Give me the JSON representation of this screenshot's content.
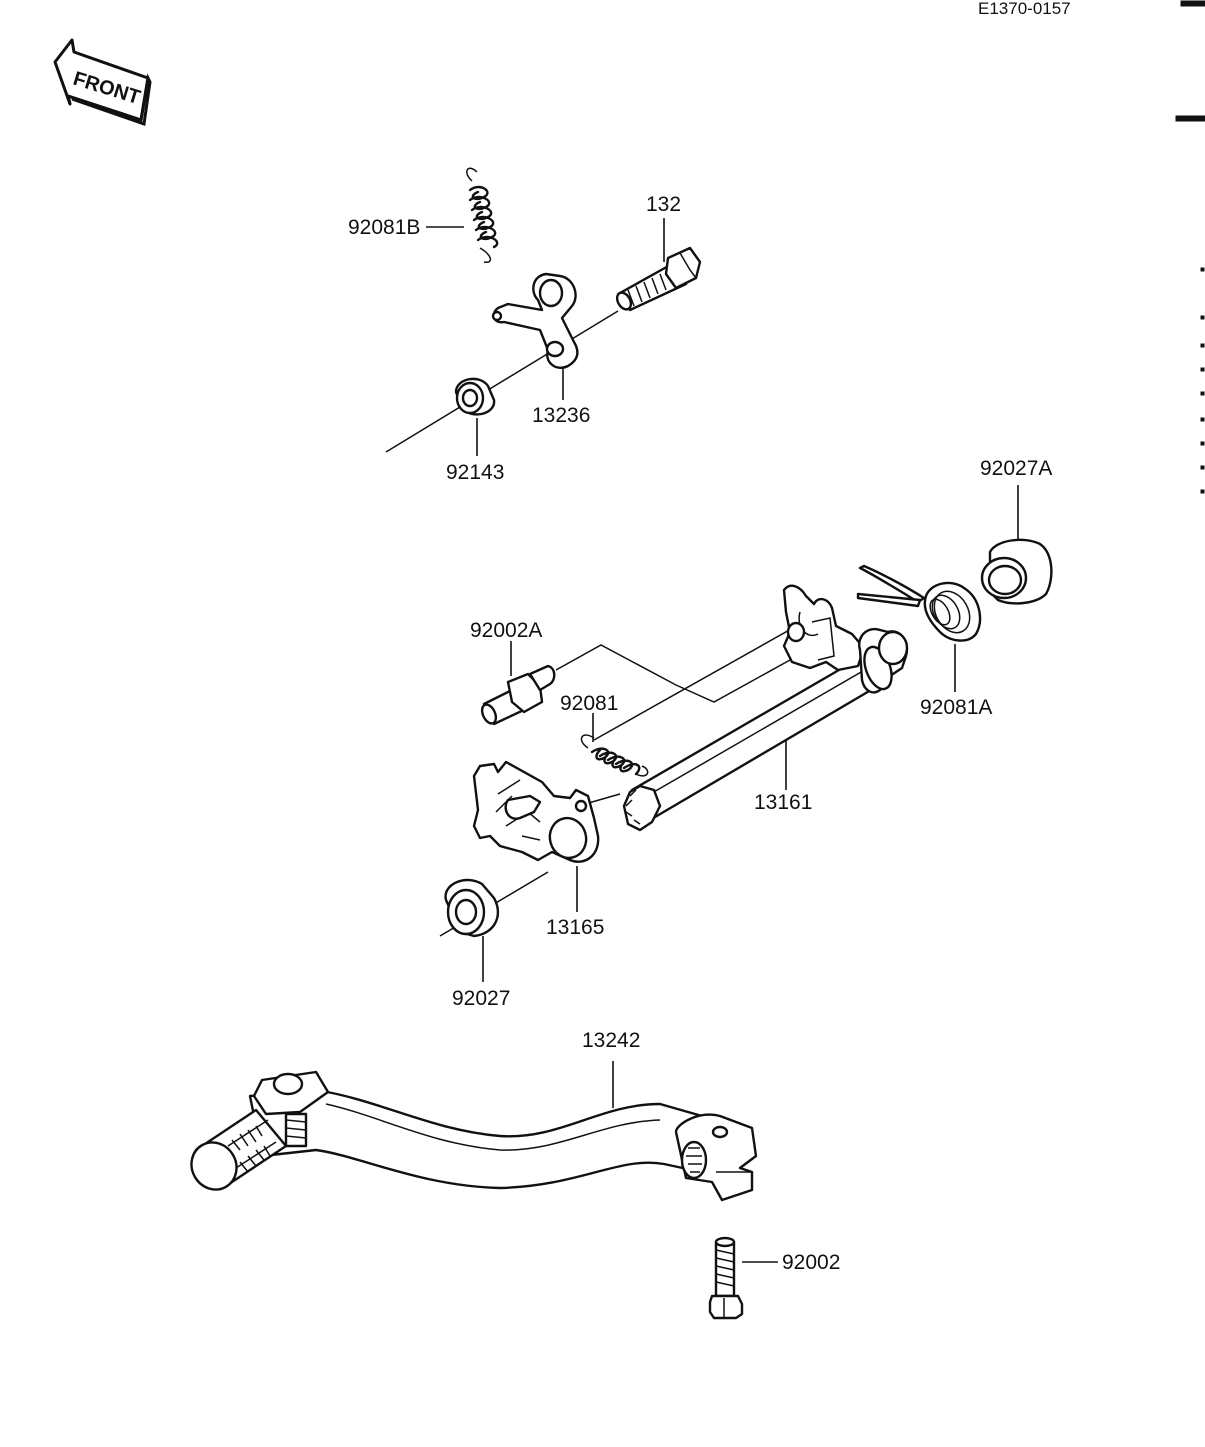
{
  "diagram_code": "E1370-0157",
  "front_label": "FRONT",
  "parts": {
    "p92081B": "92081B",
    "p132": "132",
    "p13236": "13236",
    "p92143": "92143",
    "p92027A": "92027A",
    "p92002A": "92002A",
    "p92081": "92081",
    "p92081A": "92081A",
    "p13161": "13161",
    "p13165": "13165",
    "p92027": "92027",
    "p13242": "13242",
    "p92002": "92002"
  }
}
